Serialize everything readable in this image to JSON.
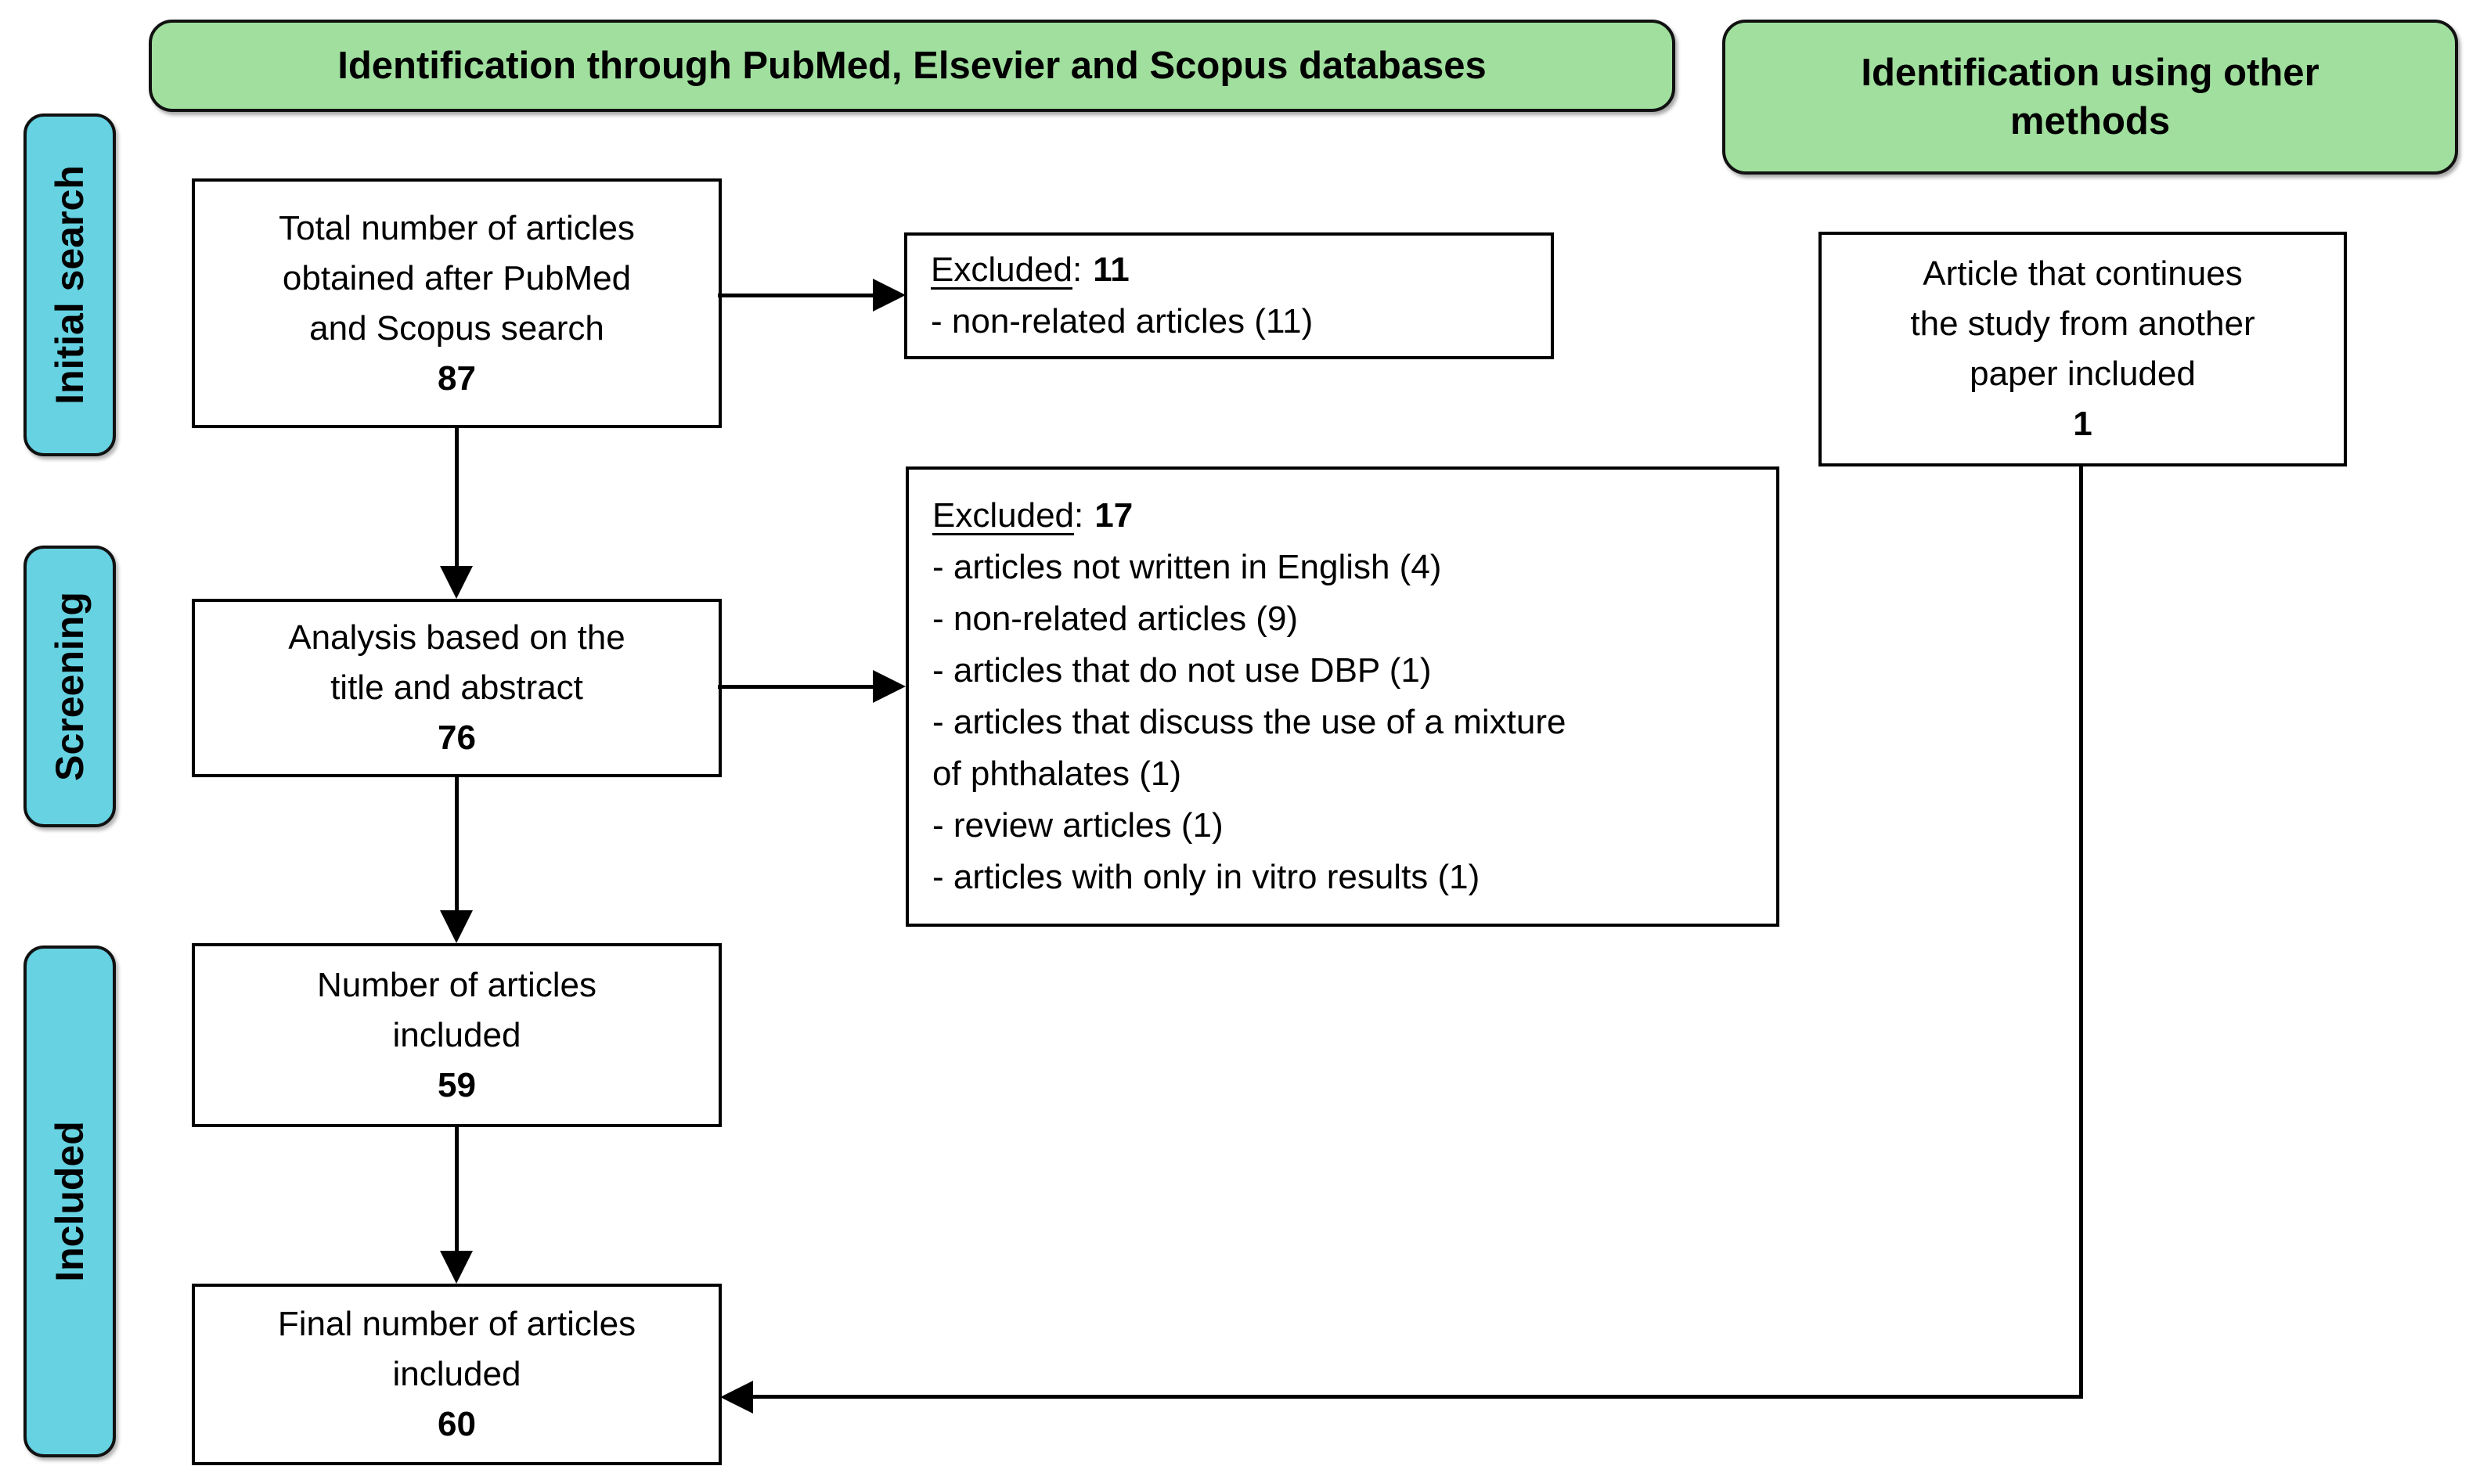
{
  "headers": {
    "primary": "Identification through PubMed, Elsevier and Scopus databases",
    "secondary_lines": [
      "Identification using other",
      "methods"
    ]
  },
  "stages": [
    {
      "label": "Initial search"
    },
    {
      "label": "Screening"
    },
    {
      "label": "Included"
    }
  ],
  "boxes": {
    "total": {
      "lines": [
        "Total number of articles",
        "obtained after PubMed",
        "and Scopus search"
      ],
      "count": "87"
    },
    "excluded1": {
      "title": "Excluded",
      "sep": ":",
      "count": "11",
      "items": [
        "- non-related articles (11)"
      ]
    },
    "analysis": {
      "lines": [
        "Analysis based on the",
        "title and abstract"
      ],
      "count": "76"
    },
    "excluded2": {
      "title": "Excluded",
      "sep": ":",
      "count": "17",
      "items": [
        "- articles not written in English (4)",
        "- non-related articles (9)",
        "- articles that do not use DBP (1)",
        "- articles that discuss the use of a mixture",
        "of phthalates (1)",
        "- review articles (1)",
        "- articles with only in vitro results (1)"
      ]
    },
    "included": {
      "lines": [
        "Number of articles",
        "included"
      ],
      "count": "59"
    },
    "final": {
      "lines": [
        "Final number of articles",
        "included"
      ],
      "count": "60"
    },
    "other": {
      "lines": [
        "Article that continues",
        "the study from another",
        "paper included"
      ],
      "count": "1"
    }
  },
  "colors": {
    "green": "#A0DF9E",
    "cyan": "#66D2E2",
    "line": "#000000"
  }
}
